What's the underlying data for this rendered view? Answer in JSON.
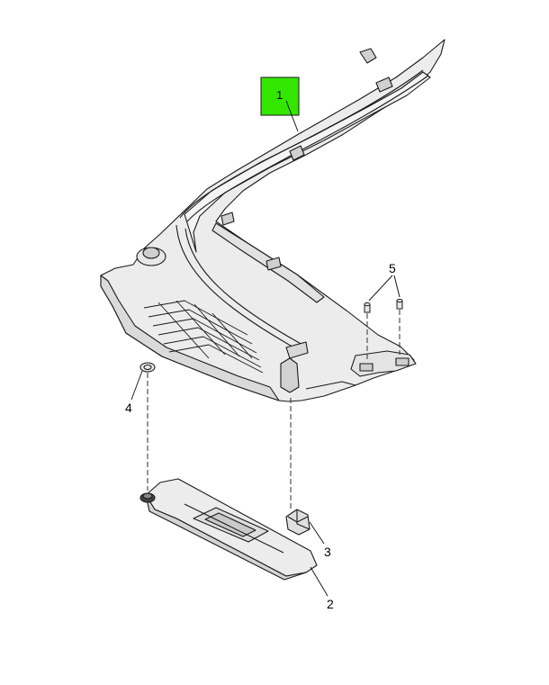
{
  "colors": {
    "background": "#ffffff",
    "line": "#1a1a1a",
    "panel_fill": "#ececec",
    "panel_shade": "#d6d6d6",
    "highlight": "#33e600"
  },
  "callouts": {
    "c1": "1",
    "c2": "2",
    "c3": "3",
    "c4": "4",
    "c5": "5"
  }
}
